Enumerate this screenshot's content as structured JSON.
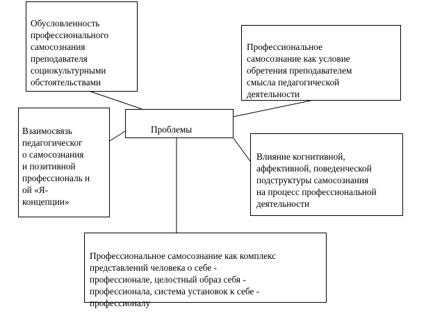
{
  "diagram": {
    "center": {
      "label": "Проблемы"
    },
    "nodes": {
      "conditioned": "Обусловленность\nпрофессионального\nсамосознания\nпреподавателя\nсоциокультурными\nобстоятельствами",
      "condition": "Профессиональное\nсамосознание как условие\nобретения преподавателем\nсмысла педагогической\nдеятельности",
      "relation": "Взаимосвязь\nпедагогическог\nо самосознания\nи позитивной\nпрофессиональ н\nой «Я-\nконцепции»",
      "influence": "Влияние когнитивной,\nаффективной, поведенческой\nподструктуры самосознания\nна процесс профессиональной\nдеятельности",
      "self_awareness": "Профессиональное самосознание как комплекс\nпредставлений человека о себе -\nпрофессионале, целостный образ себя -\nпрофессионала, система установок к себе -\nпрофессионалу"
    },
    "colors": {
      "line": "#000000",
      "background": "#ffffff",
      "text": "#000000"
    }
  }
}
